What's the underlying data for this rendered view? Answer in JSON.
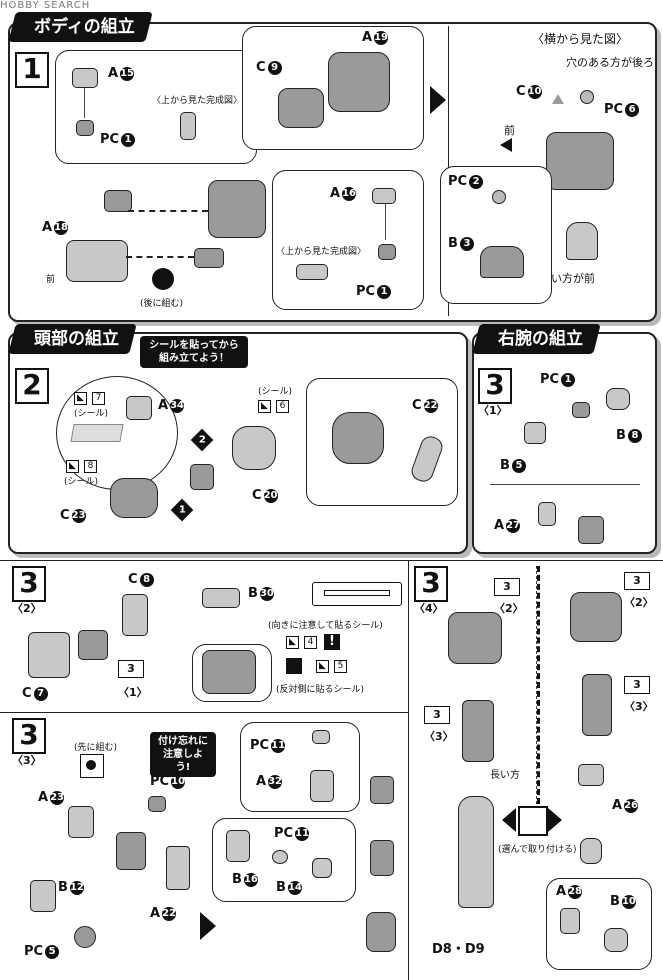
{
  "brand": "HOBBY SEARCH",
  "sections": {
    "body": {
      "title": "ボディの組立",
      "step": "1",
      "side_view_title": "〈横から見た図〉",
      "hole_note": "穴のある方が後ろ",
      "long_note": "長い方が前",
      "front": "前",
      "top_view": "〈上から見た完成図〉",
      "assemble_later": "(後に組む)",
      "labels": {
        "a15": "A",
        "a15n": "15",
        "pc1a": "PC",
        "pc1an": "1",
        "a18": "A",
        "a18n": "18",
        "c9": "C",
        "c9n": "9",
        "a19": "A",
        "a19n": "19",
        "a16": "A",
        "a16n": "16",
        "pc1b": "PC",
        "pc1bn": "1",
        "c10": "C",
        "c10n": "10",
        "pc6": "PC",
        "pc6n": "6",
        "pc2": "PC",
        "pc2n": "2",
        "b3": "B",
        "b3n": "3"
      }
    },
    "head": {
      "title": "頭部の組立",
      "step": "2",
      "note": "シールを貼ってから組み立てよう！",
      "seal": "(シール)",
      "labels": {
        "a34": "A",
        "a34n": "34",
        "s7": "7",
        "s8": "8",
        "s6": "6",
        "c20": "C",
        "c20n": "20",
        "c23": "C",
        "c23n": "23",
        "c22": "C",
        "c22n": "22",
        "n1": "1",
        "n2": "2"
      }
    },
    "right_arm": {
      "title": "右腕の組立",
      "step": "3",
      "sub": "〈1〉",
      "labels": {
        "pc1": "PC",
        "pc1n": "1",
        "b8": "B",
        "b8n": "8",
        "b5": "B",
        "b5n": "5",
        "a27": "A",
        "a27n": "27"
      }
    },
    "arm2": {
      "step": "3",
      "sub": "〈2〉",
      "ref": "3",
      "ref_sub": "〈1〉",
      "direction_note": "(向きに注意して貼るシール)",
      "opposite_note": "(反対側に貼るシール)",
      "labels": {
        "c8": "C",
        "c8n": "8",
        "c7": "C",
        "c7n": "7",
        "b30": "B",
        "b30n": "30",
        "s4": "4",
        "s5": "5"
      }
    },
    "arm4": {
      "step": "3",
      "sub": "〈4〉",
      "ref2": "3",
      "ref2_sub": "〈2〉",
      "ref3": "3",
      "ref3_sub": "〈3〉",
      "long_side": "長い方",
      "choose_note": "(選んで取り付ける)",
      "labels": {
        "a26": "A",
        "a26n": "26",
        "a28": "A",
        "a28n": "28",
        "b10": "B",
        "b10n": "10",
        "d89": "D8・D9"
      }
    },
    "arm3": {
      "step": "3",
      "sub": "〈3〉",
      "first_note": "(先に組む)",
      "forget_note": "付け忘れに注意しよう!",
      "labels": {
        "pc10": "PC",
        "pc10n": "10",
        "a23": "A",
        "a23n": "23",
        "a22": "A",
        "a22n": "22",
        "b12": "B",
        "b12n": "12",
        "pc5": "PC",
        "pc5n": "5",
        "pc11a": "PC",
        "pc11an": "11",
        "a32": "A",
        "a32n": "32",
        "pc11b": "PC",
        "pc11bn": "11",
        "b16": "B",
        "b16n": "16",
        "b14": "B",
        "b14n": "14"
      }
    }
  }
}
